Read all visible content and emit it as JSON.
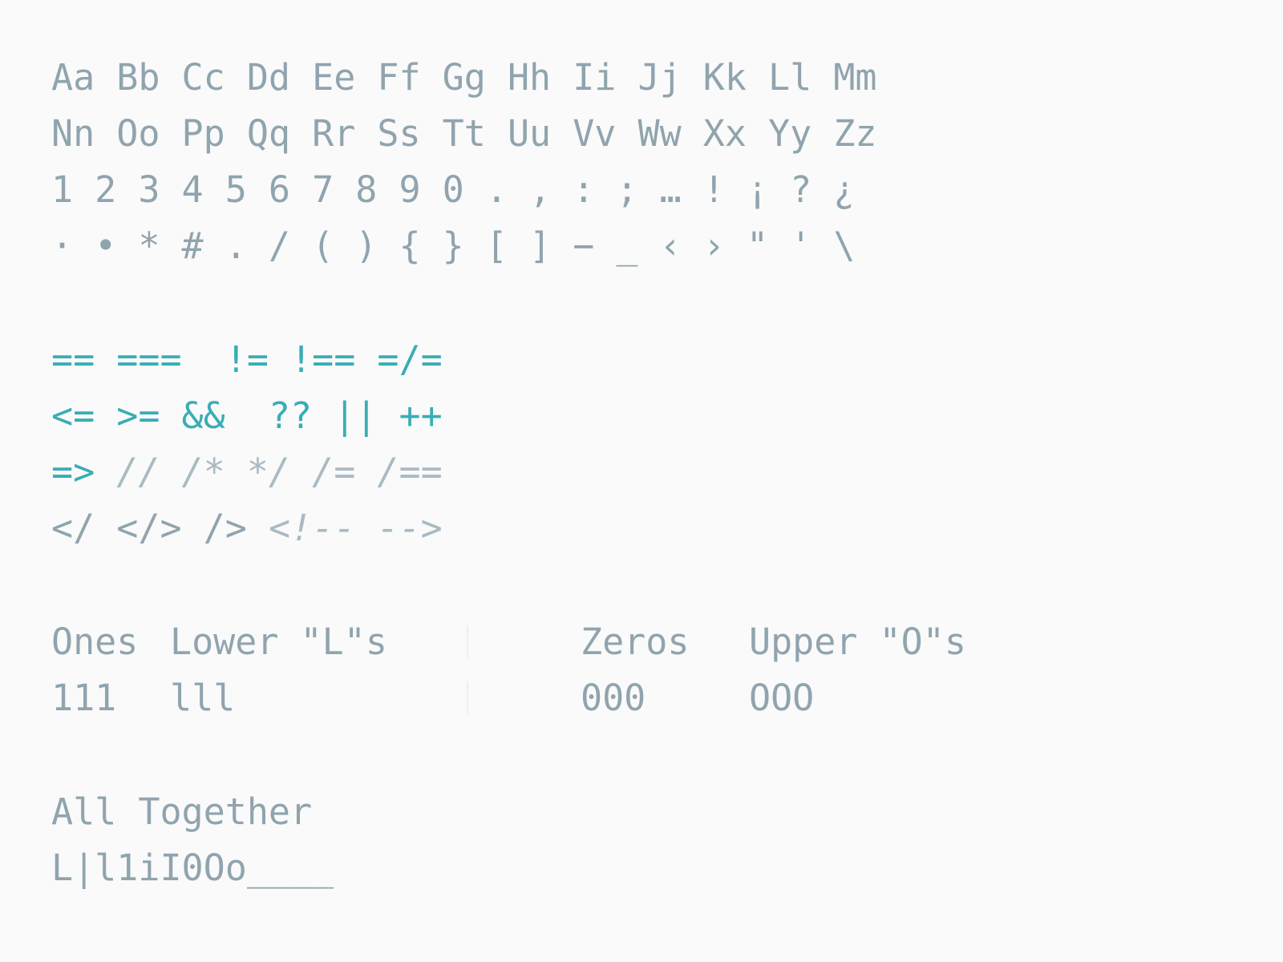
{
  "alphabet": {
    "line1": "Aa Bb Cc Dd Ee Ff Gg Hh Ii Jj Kk Ll Mm",
    "line2": "Nn Oo Pp Qq Rr Ss Tt Uu Vv Ww Xx Yy Zz",
    "line3": "1 2 3 4 5 6 7 8 9 0 . , : ; … ! ¡ ? ¿",
    "line4": "· • * # . / ( ) { } [ ] − _ ‹ › \" ' \\"
  },
  "ligatures": {
    "row1": "== ===  != !== =/=",
    "row2": "<= >= &&  ?? || ++",
    "row3_op": "=> ",
    "row3_comments": "// /* */ /= /==",
    "row4_tags": "</ </> /> ",
    "row4_comment": "<!-- -->"
  },
  "glyph_compare": {
    "header_ones": "Ones",
    "header_lower_l": "Lower \"L\"s",
    "header_zeros": "Zeros",
    "header_upper_o": "Upper \"O\"s",
    "value_ones": "111",
    "value_lower_l": "lll",
    "value_zeros": "000",
    "value_upper_o": "OOO"
  },
  "together": {
    "title": "All Together",
    "sample": "L|l1iI0Oo____"
  },
  "colors": {
    "background": "#fafafa",
    "text": "#90a4ae",
    "operator": "#39adb5",
    "comment": "#a9bac3",
    "divider": "#eceff1"
  }
}
